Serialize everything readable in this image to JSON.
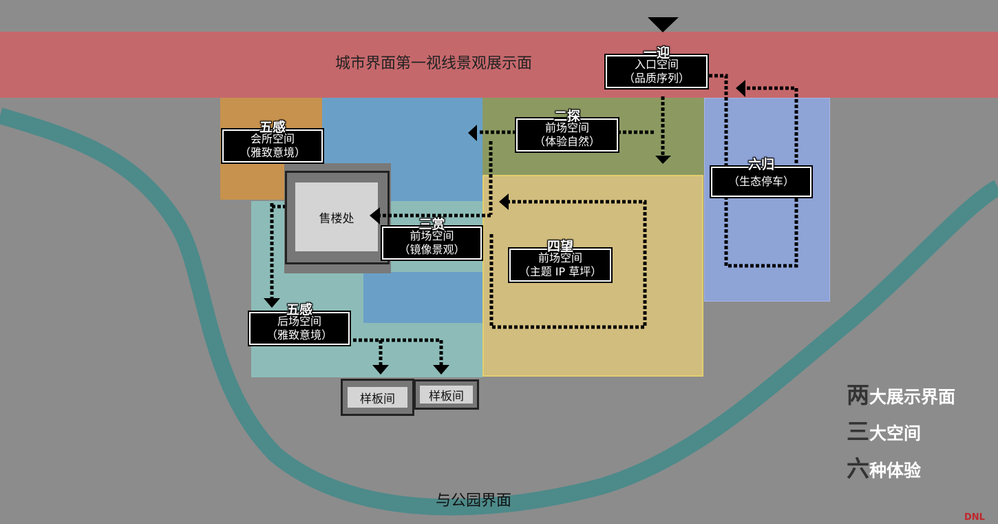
{
  "top_band": {
    "label": "城市界面第一视线景观展示面",
    "color": "#c5686c"
  },
  "bottom_label": "与公园界面",
  "river_color": "#4d8a8a",
  "zones": {
    "orange": "#c7924d",
    "blue": "#6aa0c8",
    "green": "#8c9a62",
    "yellow": "#d1bd7e",
    "teal": "#8dbcb8",
    "purple": "#8ea3d6"
  },
  "labels": [
    {
      "key": "entry",
      "head": "一迎",
      "line1": "入口空间",
      "line2": "（品质序列）"
    },
    {
      "key": "explore",
      "head": "二探",
      "line1": "前场空间",
      "line2": "（体验自然）"
    },
    {
      "key": "appreciate",
      "head": "三赏",
      "line1": "前场空间",
      "line2": "（镜像景观）"
    },
    {
      "key": "gaze",
      "head": "四望",
      "line1": "前场空间",
      "line2": "（主题 IP 草坪）"
    },
    {
      "key": "club",
      "head": "五感",
      "line1": "会所空间",
      "line2": "（雅致意境）"
    },
    {
      "key": "backyard",
      "head": "五感",
      "line1": "后场空间",
      "line2": "（雅致意境）"
    },
    {
      "key": "return",
      "head": "六归",
      "line1": "（生态停车）",
      "line2": ""
    }
  ],
  "rooms": {
    "sales": "售楼处",
    "sample1": "样板间",
    "sample2": "样板间"
  },
  "legend": [
    {
      "big": "两",
      "rest": "大展示界面"
    },
    {
      "big": "三",
      "rest": "大空间"
    },
    {
      "big": "六",
      "rest": "种体验"
    }
  ],
  "watermark": "DNL"
}
